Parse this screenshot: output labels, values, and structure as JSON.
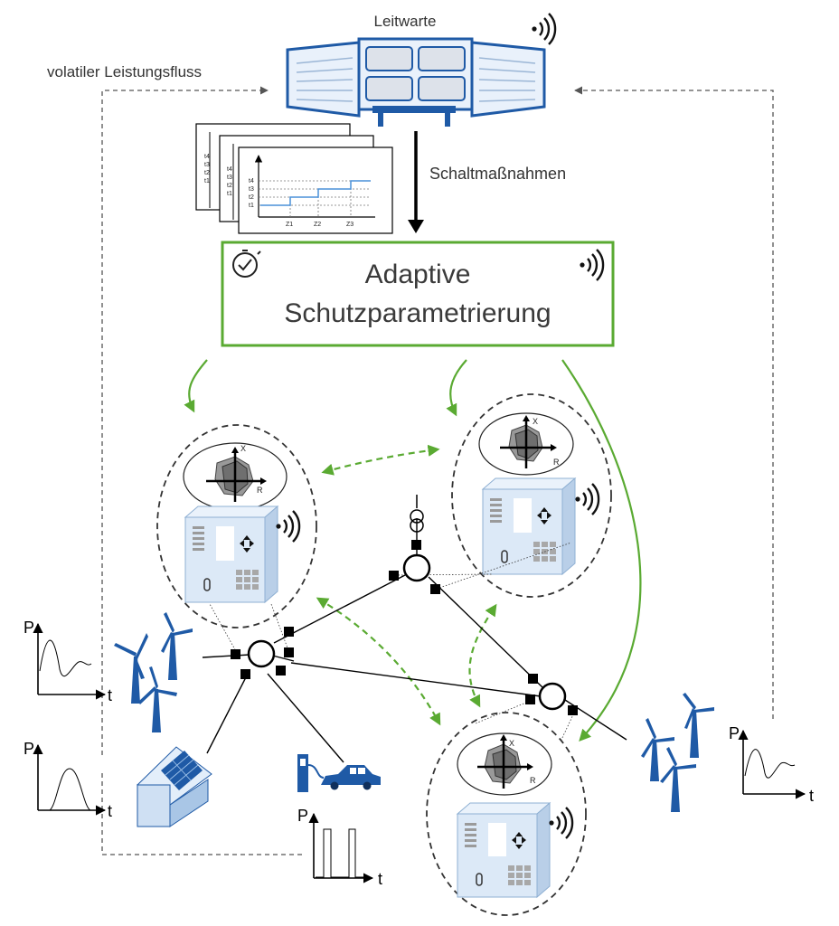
{
  "labels": {
    "control_room": "Leitwarte",
    "volatile_flow": "volatiler Leistungsfluss",
    "switching": "Schaltmaßnahmen",
    "adaptive_line1": "Adaptive",
    "adaptive_line2": "Schutzparametrierung"
  },
  "timeline_chart": {
    "y_ticks": [
      "t4",
      "t3",
      "t2",
      "t1"
    ],
    "x_ticks": [
      "Z1",
      "Z2",
      "Z3"
    ]
  },
  "relay_diagram_axes": {
    "x": "X",
    "r": "R"
  },
  "power_plots": [
    {
      "id": "wind-left",
      "y": "P",
      "x": "t"
    },
    {
      "id": "solar",
      "y": "P",
      "x": "t"
    },
    {
      "id": "ev",
      "y": "P",
      "x": "t"
    },
    {
      "id": "wind-right",
      "y": "P",
      "x": "t"
    }
  ],
  "colors": {
    "accent_green": "#5aaa32",
    "device_blue": "#1f5aa6",
    "panel_light_blue": "#dce9f7",
    "dark_gray": "#555555"
  },
  "icons": [
    "wireless-signal-icon",
    "stopwatch-check-icon",
    "wind-turbine-icon",
    "solar-house-icon",
    "ev-charger-icon",
    "electric-car-icon",
    "transformer-icon"
  ]
}
